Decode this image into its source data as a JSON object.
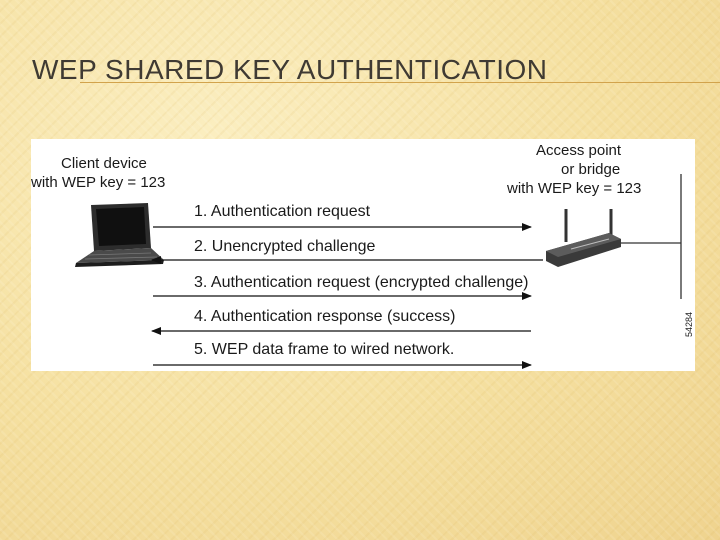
{
  "slide": {
    "title": "WEP SHARED KEY AUTHENTICATION"
  },
  "diagram": {
    "client": {
      "line1": "Client device",
      "line2": "with WEP key = 123"
    },
    "access_point": {
      "line1": "Access point",
      "line2": "or bridge",
      "line3": "with WEP key = 123"
    },
    "steps": [
      {
        "label": "1. Authentication request",
        "direction": "to-access-point"
      },
      {
        "label": "2. Unencrypted challenge",
        "direction": "to-client"
      },
      {
        "label": "3. Authentication request (encrypted challenge)",
        "direction": "to-access-point"
      },
      {
        "label": "4. Authentication response (success)",
        "direction": "to-client"
      },
      {
        "label": "5. WEP data frame to wired network.",
        "direction": "to-access-point"
      }
    ],
    "figure_id": "54284",
    "icons": [
      "laptop-icon",
      "access-point-icon",
      "wired-network-line"
    ]
  }
}
